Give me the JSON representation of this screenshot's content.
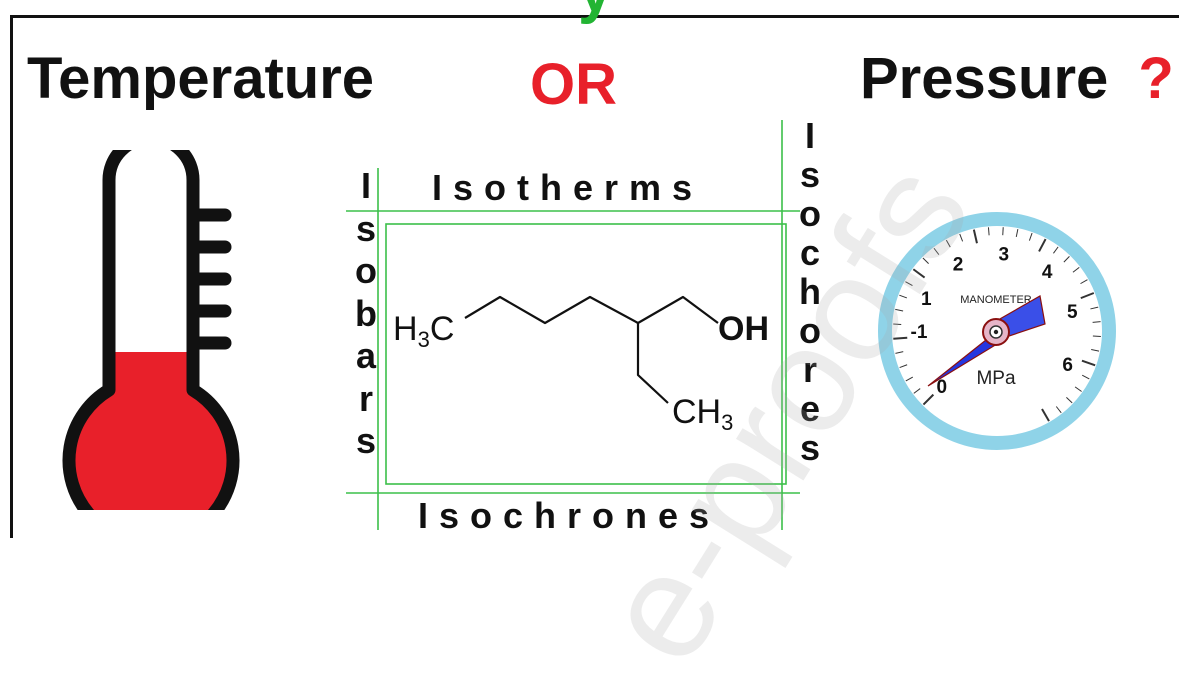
{
  "header_partial": "y",
  "title": {
    "left": "Temperature",
    "middle": "OR",
    "right": "Pressure",
    "question_mark": "?"
  },
  "labels": {
    "isotherms": "Isotherms",
    "isochrones": "Isochrones",
    "isobars": [
      "I",
      "s",
      "o",
      "b",
      "a",
      "r",
      "s"
    ],
    "isochores": [
      "I",
      "s",
      "o",
      "c",
      "h",
      "o",
      "r",
      "e",
      "s"
    ]
  },
  "molecule": {
    "h3c_prefix": "H",
    "h3c_sub": "3",
    "h3c_suffix": "C",
    "oh": "OH",
    "ch3_prefix": "CH",
    "ch3_sub": "3"
  },
  "gauge": {
    "brand": "MANOMETER",
    "unit": "MPa",
    "scale_labels": [
      "-1",
      "0",
      "1",
      "2",
      "3",
      "4",
      "5",
      "6"
    ],
    "needle_value": 0
  },
  "thermometer": {
    "fill_level": 0.4
  },
  "watermark": "e-proofs",
  "colors": {
    "accent_red": "#e8202a",
    "accent_green": "#22b433",
    "gauge_ring": "#8fd3e8",
    "needle_blue": "#2437e0",
    "needle_tip": "#3a4fe8"
  }
}
